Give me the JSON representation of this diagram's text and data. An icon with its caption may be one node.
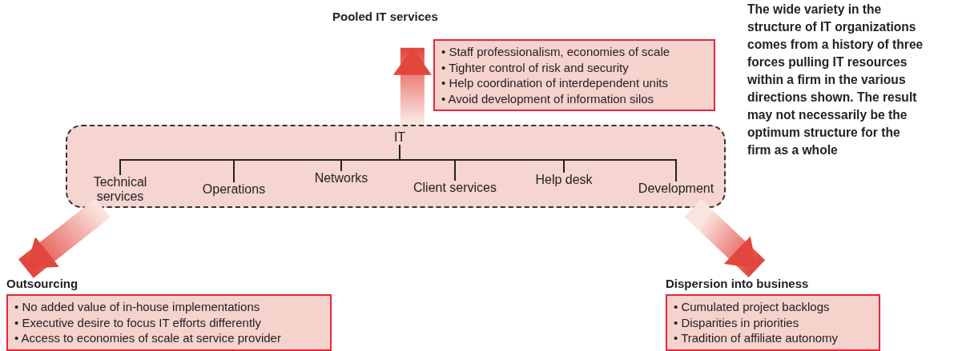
{
  "diagram": {
    "nodes": [
      {
        "text": [
          "Pooled IT services",
          "• Staff professionalism, economies of scale",
          "• Tighter control of risk and security",
          "• Help coordination of interdependent units",
          "• Avoid development of information silos"
        ]
      },
      {
        "text": [],
        "shape": "box"
      },
      {
        "text": [
          "IT"
        ],
        "in": 1
      },
      {
        "text": [
          "Technical services"
        ],
        "in": 1
      },
      {
        "text": [
          "Operations"
        ],
        "in": 1
      },
      {
        "text": [
          "Networks"
        ],
        "in": 1
      },
      {
        "text": [
          "Client services"
        ],
        "in": 1
      },
      {
        "text": [
          "Help desk"
        ],
        "in": 1
      },
      {
        "text": [
          "Development"
        ],
        "in": 1
      },
      {
        "text": [
          "Outsourcing",
          "• No added value of in-house implementations",
          "• Executive desire to focus IT efforts differently",
          "• Access to economies of scale at service provider"
        ]
      },
      {
        "text": [
          "Dispersion into business",
          "• Cumulated project backlogs",
          "• Disparities in priorities",
          "• Tradition of affiliate autonomy"
        ]
      }
    ],
    "edges": [
      {
        "from": 1,
        "to": 0,
        "arrow": "to",
        "style": "thick"
      },
      {
        "from": 1,
        "to": 9,
        "arrow": "to",
        "style": "thick"
      },
      {
        "from": 1,
        "to": 10,
        "arrow": "to",
        "style": "thick"
      },
      {
        "from": 2,
        "to": 3,
        "arrow": "none"
      },
      {
        "from": 2,
        "to": 4,
        "arrow": "none"
      },
      {
        "from": 2,
        "to": 5,
        "arrow": "none"
      },
      {
        "from": 2,
        "to": 6,
        "arrow": "none"
      },
      {
        "from": 2,
        "to": 7,
        "arrow": "none"
      },
      {
        "from": 2,
        "to": 8,
        "arrow": "none"
      }
    ],
    "labels": [
      "The wide variety in the structure of IT organizations comes from a history of three forces pulling IT resources within a firm in the various directions shown. The result may not necessarily be the optimum structure for the firm as a whole"
    ]
  }
}
